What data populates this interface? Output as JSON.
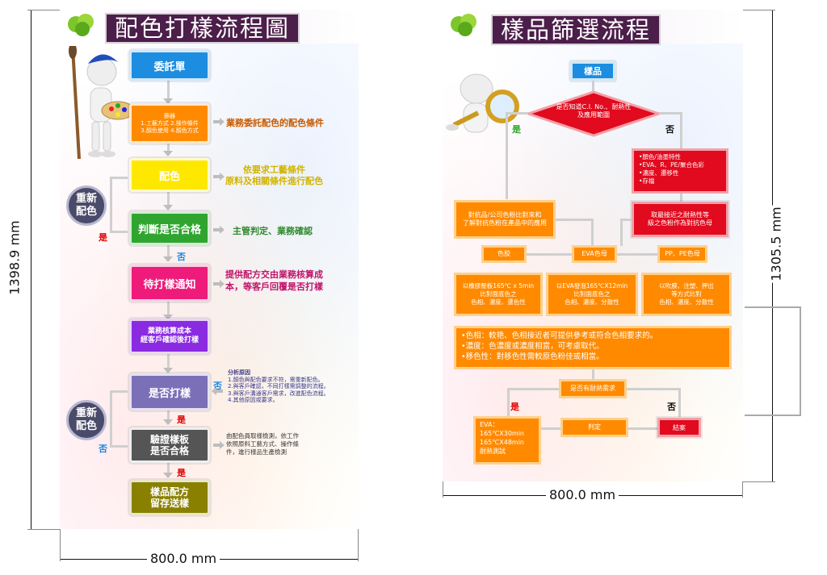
{
  "left": {
    "title": "配色打樣流程圖",
    "steps": {
      "s1": "委託單",
      "s2_head": "篩器",
      "s2_line1": "1.工藝方式 2.操作條件",
      "s2_line2": "3.顏色使用 4.顏色方式",
      "s3": "配色",
      "s4": "判斷是否合格",
      "s5": "待打樣通知",
      "s6": "業務核算成本\n經客戶確認後打樣",
      "s7": "是否打樣",
      "s8": "驗證樣板\n是否合格",
      "s9": "樣品配方\n留存送樣"
    },
    "notes": {
      "n1": "業務委託配色的配色條件",
      "n2": "依要求工藝條件\n原料及相關條件進行配色",
      "n3": "主管判定、業務確認",
      "n4": "提供配方交由業務核算成\n本，等客戶回覆是否打樣",
      "n5_title": "分析原因",
      "n5_lines": [
        "1.顏色與配色要求不符，需重新配色。",
        "2.與客戶確認，不同打樣需調整的流程。",
        "3.與客戶溝通客戶需求，改進配色流程。",
        "4.其他原因或要求。"
      ],
      "n6": "由配色員取樣檢測，依工作\n依照原料工藝方式、操作條\n件，進行樣品生產檢測"
    },
    "circles": {
      "c1": "重新\n配色",
      "c2": "重新\n配色"
    },
    "labels": {
      "yes1": "是",
      "no1": "否",
      "no2": "否",
      "yes2": "是",
      "no3": "否",
      "yes3": "是"
    },
    "dims": {
      "height": "1398.9 mm",
      "width": "800.0 mm"
    }
  },
  "right": {
    "title": "樣品篩選流程",
    "nodes": {
      "start": "樣品",
      "decision": "是否知道C.I. No.、耐熱性\n及應用範圍",
      "yes": "是",
      "no": "否",
      "red1_lines": [
        "•顏色/油墨特性",
        "•EVA、R、PE/聚合色彩",
        "•濃度、遷移性",
        "•存檔"
      ],
      "red2": "取最接近之耐熱性等\n級之色粉作為對抗色母",
      "orange_big": "對抗品/公司色粉比對來和\n了解對抗色粉在產品中的應用",
      "tag1": "色胶",
      "tag2": "EVA色母",
      "tag3": "PP、PE色母",
      "col1": "以橡膠壓板165℃ x 5min\n比對面底色之\n色相、濃度、遷色性",
      "col2": "以EVA發泡165℃X12min\n比對面底色之\n色相、濃度、分散性",
      "col3": "以吹膜、注塑、押出\n等方式比對\n色相、濃度、分散性",
      "summary_lines": [
        "•色相：較艳、色相接近者可提供參考或符合色相要求的。",
        "•濃度：色濃度或濃度相當，可考慮取代。",
        "•移色性：對移色性需較原色粉佳或相當。"
      ],
      "heat": "是否有耐熱需求",
      "yes2": "是",
      "no2": "否",
      "eva_lines": [
        "EVA：",
        "165℃X30min",
        "165℃X48min",
        "耐熱測試"
      ],
      "judge": "判定",
      "end": "結案"
    },
    "dims": {
      "height": "1305.5 mm",
      "width": "800.0 mm"
    }
  },
  "colors": {
    "blue": "#1c8de0",
    "orange": "#ff8a00",
    "yellow": "#ffe800",
    "green": "#2fa52f",
    "pink": "#ee1b7a",
    "purple": "#8a2be2",
    "lavender": "#7b70b8",
    "gray": "#555555",
    "olive": "#8a8000",
    "red": "#e10a1e"
  }
}
